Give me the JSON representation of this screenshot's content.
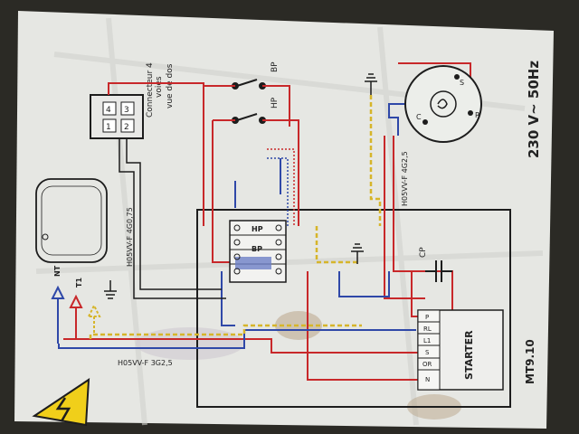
{
  "title": "230 V~ 50Hz",
  "model": "MT9.10",
  "connector": {
    "label_line1": "Connecteur 4",
    "label_line2": "voies",
    "label_line3": "vue de dos",
    "pins": [
      "4",
      "3",
      "1",
      "2"
    ]
  },
  "switches": {
    "hp_label": "HP",
    "bp_label": "BP",
    "hp_overline": "HP",
    "bp_overline": "BP"
  },
  "terminal_block": {
    "hp": "HP",
    "bp": "BP"
  },
  "capacitor": "CP",
  "motor_pins": {
    "c": "C",
    "s": "S",
    "r": "R"
  },
  "cables": {
    "connector_cable": "H05VV-F 4G0,75",
    "motor_cable": "H05VV-F 4G2,5",
    "supply_cable": "H05VV-F 3G2,5"
  },
  "supply": {
    "nt": "NT",
    "t1": "T1"
  },
  "starter": {
    "label": "STARTER",
    "terminals": [
      "P",
      "RL",
      "L1",
      "S",
      "OR",
      "N"
    ]
  },
  "colors": {
    "paper": "#e7e8e4",
    "red": "#c8282a",
    "blue": "#2f48a8",
    "yellow": "#d6b52a",
    "black": "#1d1d1d"
  }
}
